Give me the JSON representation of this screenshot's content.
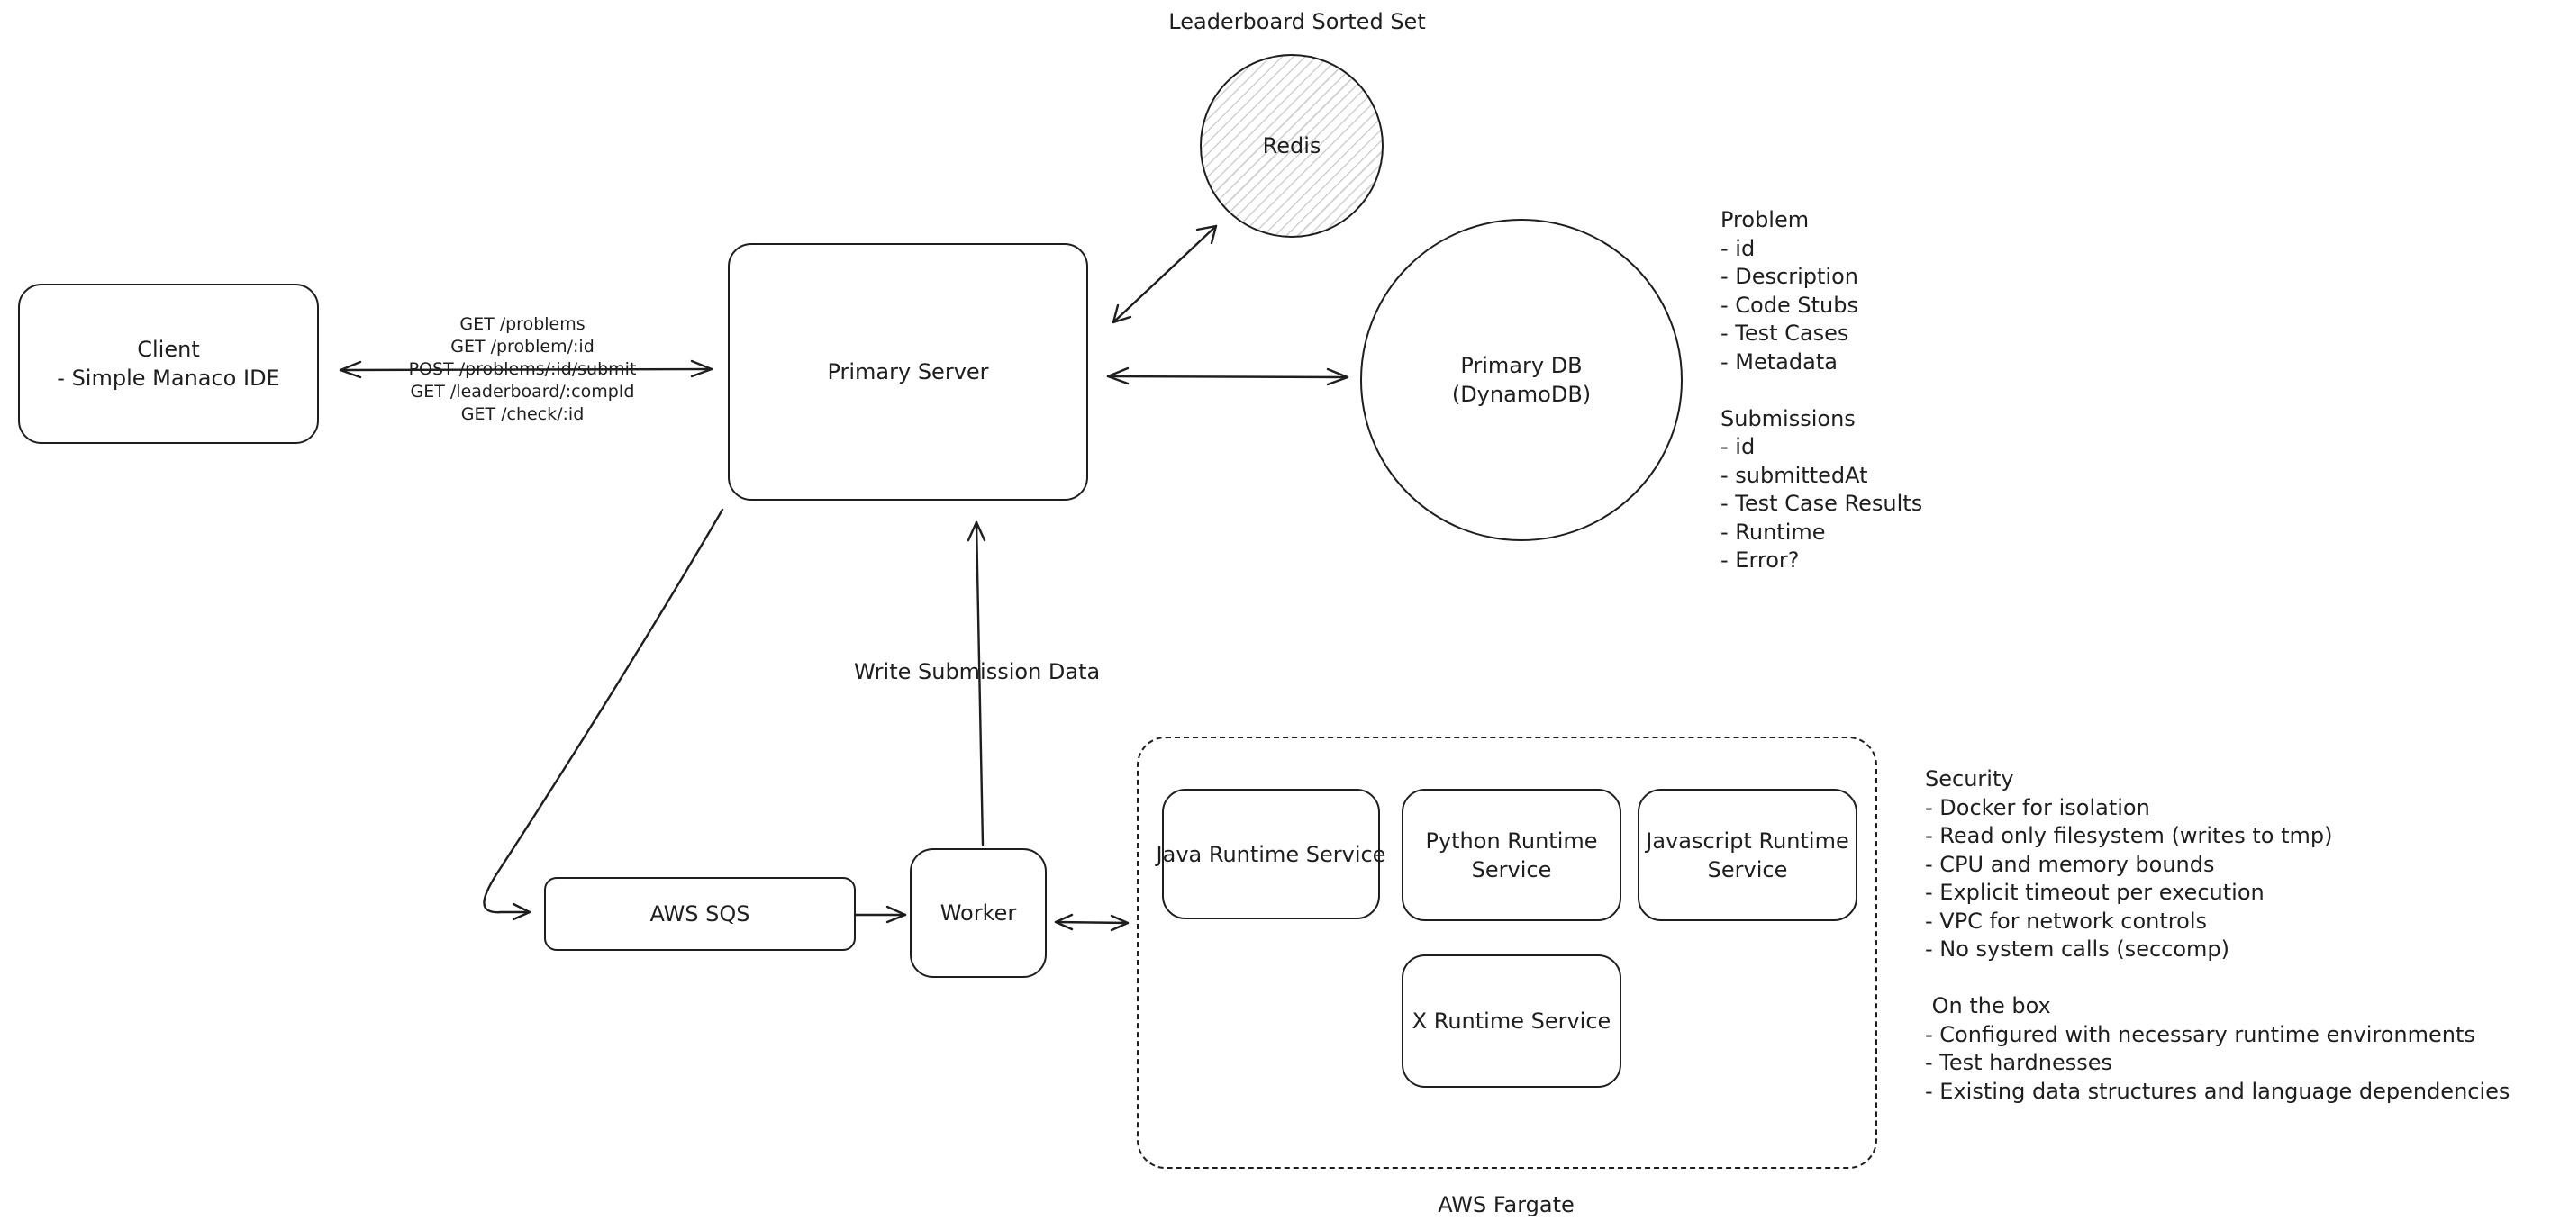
{
  "diagram": {
    "client": {
      "title": "Client",
      "subtitle": "- Simple Manaco IDE"
    },
    "api_routes": [
      "GET /problems",
      "GET /problem/:id",
      "POST /problems/:id/submit",
      "GET /leaderboard/:compId",
      "GET /check/:id"
    ],
    "primary_server": "Primary Server",
    "redis": {
      "caption": "Leaderboard Sorted Set",
      "label": "Redis"
    },
    "primary_db": {
      "line1": "Primary DB",
      "line2": "(DynamoDB)"
    },
    "schema_notes": [
      "Problem",
      "- id",
      "- Description",
      "- Code Stubs",
      "- Test Cases",
      "- Metadata",
      "",
      "Submissions",
      "- id",
      "- submittedAt",
      "- Test Case Results",
      "- Runtime",
      "- Error?"
    ],
    "write_label": "Write Submission Data",
    "sqs": "AWS SQS",
    "worker": "Worker",
    "fargate_label": "AWS Fargate",
    "runtimes": {
      "java": "Java Runtime Service",
      "python": [
        "Python Runtime",
        "Service"
      ],
      "javascript": [
        "Javascript Runtime",
        "Service"
      ],
      "x": "X Runtime Service"
    },
    "security_notes": [
      "Security",
      "- Docker for isolation",
      "- Read only filesystem (writes to tmp)",
      "- CPU and memory bounds",
      "- Explicit timeout per execution",
      "- VPC for network controls",
      "- No system calls (seccomp)",
      "",
      " On the box",
      "- Configured with necessary runtime environments",
      "- Test hardnesses",
      "- Existing data structures and language dependencies"
    ]
  }
}
